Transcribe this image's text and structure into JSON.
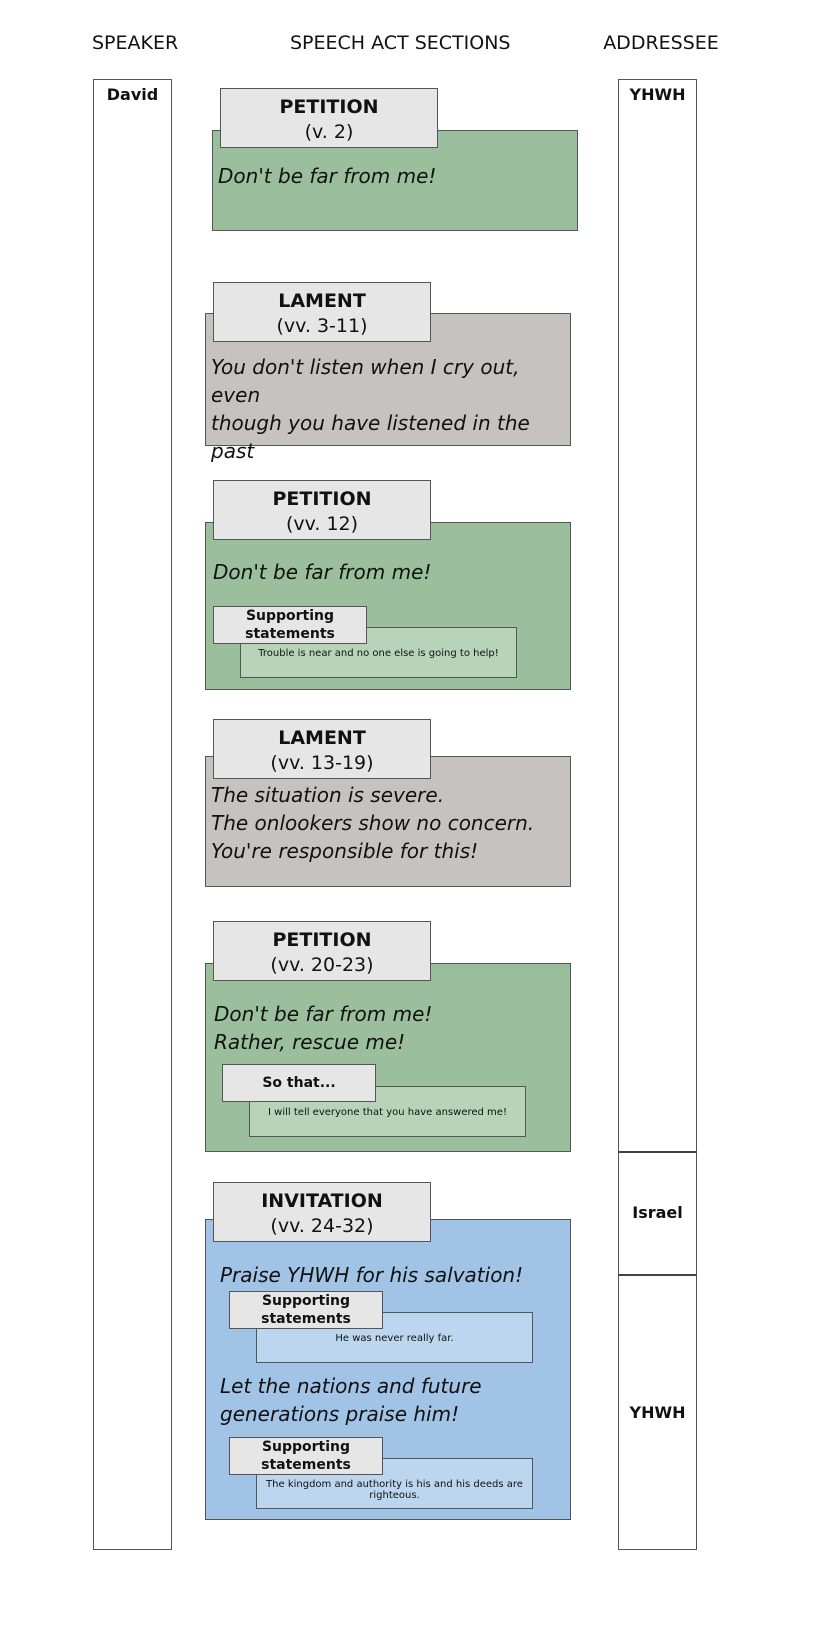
{
  "headers": {
    "speaker": "SPEAKER",
    "sections": "SPEECH ACT SECTIONS",
    "addressee": "ADDRESSEE"
  },
  "speaker": {
    "name": "David"
  },
  "addressees": [
    {
      "name": "YHWH"
    },
    {
      "name": "Israel"
    },
    {
      "name": "YHWH"
    }
  ],
  "sections": [
    {
      "title": "PETITION",
      "verses": "(v. 2)",
      "type": "petition",
      "text": "Don't be far from me!"
    },
    {
      "title": "LAMENT",
      "verses": "(vv. 3-11)",
      "type": "lament",
      "text": "You don't listen when I cry out, even\nthough you have listened in the past"
    },
    {
      "title": "PETITION",
      "verses": "(vv. 12)",
      "type": "petition",
      "text": "Don't be far from me!",
      "supports": [
        {
          "label": "Supporting\nstatements",
          "text": "Trouble is near and no one else is going to help!"
        }
      ]
    },
    {
      "title": "LAMENT",
      "verses": "(vv. 13-19)",
      "type": "lament",
      "text": "The situation is severe.\nThe onlookers show no concern.\nYou're responsible for this!"
    },
    {
      "title": "PETITION",
      "verses": "(vv. 20-23)",
      "type": "petition",
      "text": "Don't be far from me!\nRather, rescue me!",
      "supports": [
        {
          "label": "So that...",
          "text": "I will tell everyone that you have answered me!"
        }
      ]
    },
    {
      "title": "INVITATION",
      "verses": "(vv. 24-32)",
      "type": "invitation",
      "text": "Praise YHWH for his salvation!",
      "text2": "Let the nations and future\ngenerations praise him!",
      "supports": [
        {
          "label": "Supporting\nstatements",
          "text": "He was never really far."
        },
        {
          "label": "Supporting\nstatements",
          "text": "The kingdom and authority is his and his deeds are righteous."
        }
      ]
    }
  ],
  "colors": {
    "petition": "#9bbf9c",
    "lament": "#c5c2c1",
    "invitation": "#a0c3e6",
    "tab": "#e6e6e6"
  }
}
